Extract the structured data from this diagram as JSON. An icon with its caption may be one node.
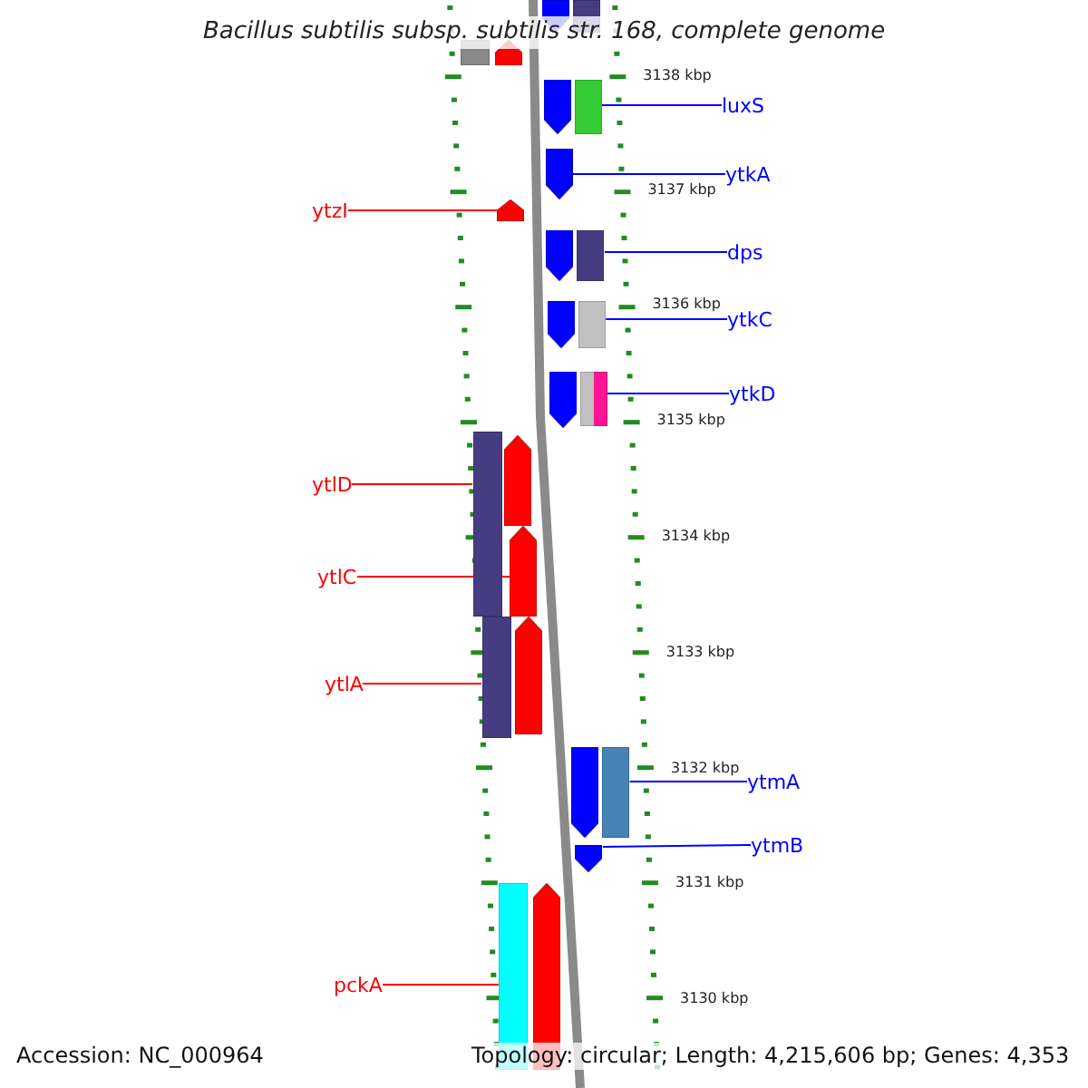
{
  "diagram": {
    "title": "Bacillus subtilis subsp. subtilis str. 168, complete genome",
    "nodes": [
      {
        "text": [
          "luxS"
        ]
      },
      {
        "text": [],
        "shape": "bar"
      },
      {
        "text": [
          "ytkA"
        ]
      },
      {
        "text": [],
        "shape": "arrow"
      },
      {
        "text": [
          "ytzI"
        ]
      },
      {
        "text": [],
        "shape": "arrow"
      },
      {
        "text": [
          "dps"
        ]
      },
      {
        "text": [],
        "shape": "bar"
      },
      {
        "text": [
          "ytkC"
        ]
      },
      {
        "text": [],
        "shape": "bar"
      },
      {
        "text": [
          "ytkD"
        ]
      },
      {
        "text": [],
        "shape": "bar"
      },
      {
        "text": [
          "ytlD"
        ]
      },
      {
        "text": [],
        "shape": "bar"
      },
      {
        "text": [
          "ytlC"
        ]
      },
      {
        "text": [],
        "shape": "arrow"
      },
      {
        "text": [
          "ytlA"
        ]
      },
      {
        "text": [],
        "shape": "bar"
      },
      {
        "text": [
          "ytmA"
        ]
      },
      {
        "text": [],
        "shape": "bar"
      },
      {
        "text": [
          "ytmB"
        ]
      },
      {
        "text": [],
        "shape": "arrow"
      },
      {
        "text": [
          "pckA"
        ]
      },
      {
        "text": [],
        "shape": "bar"
      },
      {
        "text": [],
        "shape": "arrow"
      },
      {
        "text": [],
        "shape": "bar"
      },
      {
        "text": [],
        "shape": "arrow"
      },
      {
        "text": [],
        "shape": "bar"
      },
      {
        "text": [],
        "shape": "arrow"
      },
      {
        "text": [],
        "shape": "arrow"
      },
      {
        "text": [],
        "shape": "arrow"
      },
      {
        "text": [],
        "shape": "arrow"
      },
      {
        "text": [],
        "shape": "arrow"
      },
      {
        "text": [],
        "shape": "arrow"
      },
      {
        "text": [],
        "shape": "arrow"
      },
      {
        "text": [],
        "shape": "arrow"
      }
    ],
    "edges": [
      {
        "from": 0,
        "to": 1,
        "arrow": "none"
      },
      {
        "from": 2,
        "to": 3,
        "arrow": "none"
      },
      {
        "from": 4,
        "to": 5,
        "arrow": "none",
        "color": "#ff0000"
      },
      {
        "from": 6,
        "to": 7,
        "arrow": "none"
      },
      {
        "from": 8,
        "to": 9,
        "arrow": "none"
      },
      {
        "from": 10,
        "to": 11,
        "arrow": "none"
      },
      {
        "from": 12,
        "to": 13,
        "arrow": "none",
        "color": "#ff0000"
      },
      {
        "from": 14,
        "to": 15,
        "arrow": "none",
        "color": "#ff0000"
      },
      {
        "from": 16,
        "to": 17,
        "arrow": "none",
        "color": "#ff0000"
      },
      {
        "from": 18,
        "to": 19,
        "arrow": "none"
      },
      {
        "from": 20,
        "to": 21,
        "arrow": "none"
      },
      {
        "from": 22,
        "to": 23,
        "arrow": "none",
        "color": "#ff0000"
      }
    ],
    "labels": [
      "3138 kbp",
      "3137 kbp",
      "3136 kbp",
      "3135 kbp",
      "3134 kbp",
      "3133 kbp",
      "3132 kbp",
      "3131 kbp",
      "3130 kbp",
      "Accession: NC_000964",
      "Topology: circular; Length: 4,215,606 bp; Genes: 4,353"
    ]
  }
}
